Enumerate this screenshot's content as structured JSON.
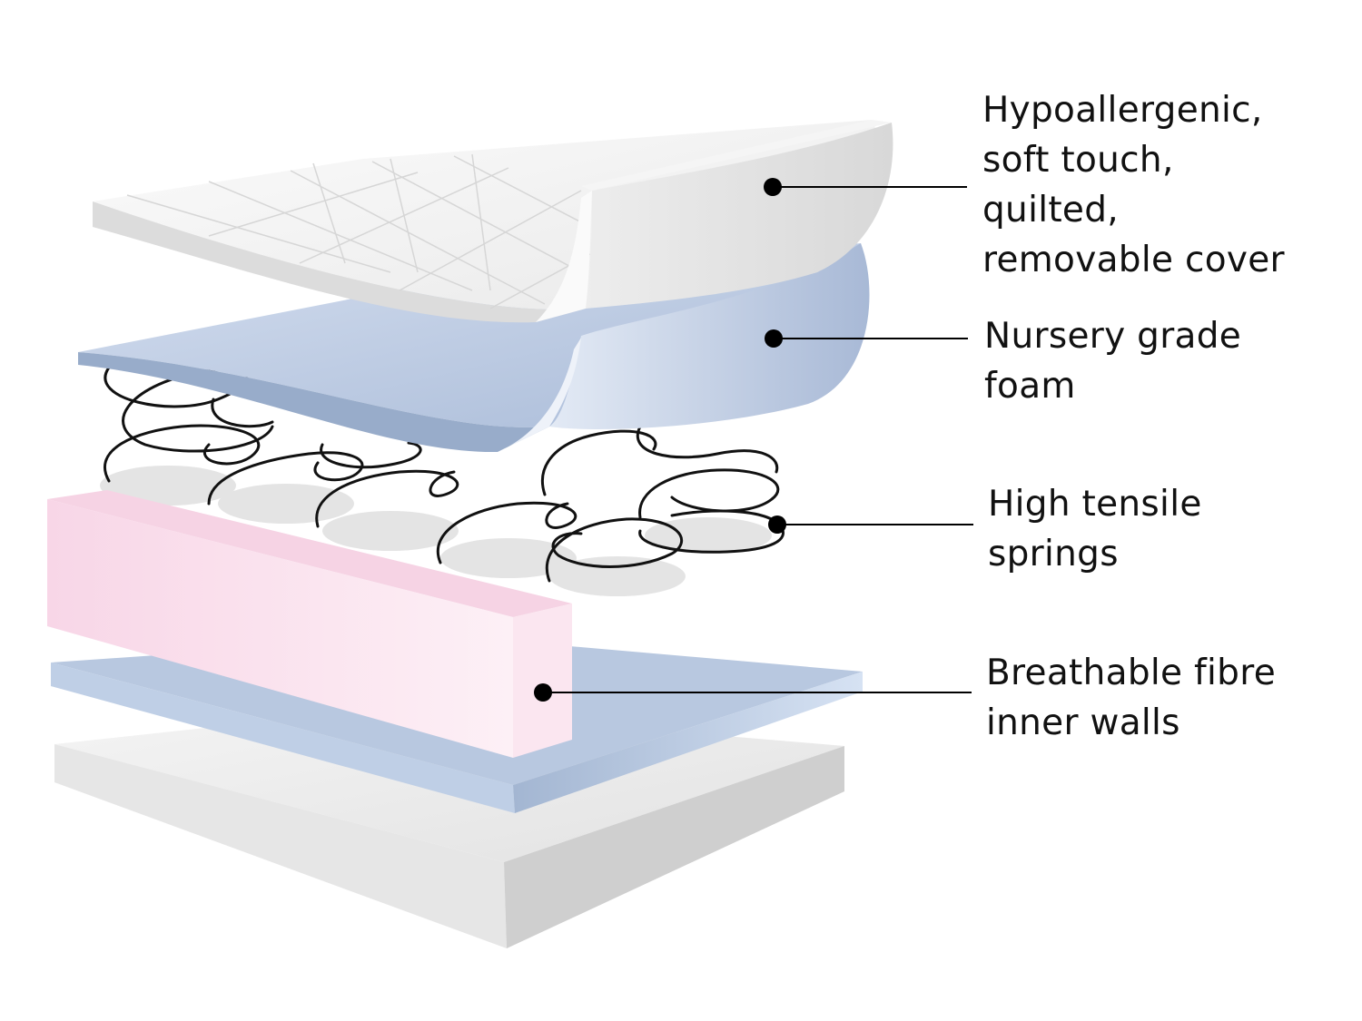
{
  "labels": {
    "cover": [
      "Hypoallergenic,",
      "soft touch,",
      "quilted,",
      "removable cover"
    ],
    "foam": [
      "Nursery grade",
      "foam"
    ],
    "springs": [
      "High tensile",
      "springs"
    ],
    "walls": [
      "Breathable fibre",
      "inner walls"
    ]
  },
  "colors": {
    "cover": "#f1f1f1",
    "foam": "#b9c9e2",
    "walls": "#f9e1ee",
    "base": "#e7e7e7",
    "callout": "#000000"
  }
}
